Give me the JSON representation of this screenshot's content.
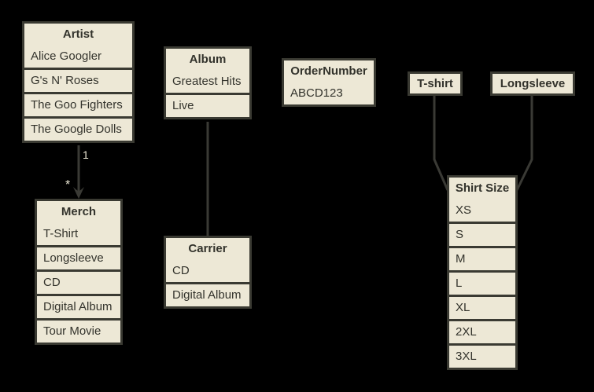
{
  "diagram": {
    "background_color": "#000000",
    "box_fill_color": "#ede8d6",
    "line_color": "#3a3a32",
    "text_color": "#33332c"
  },
  "tables": {
    "artist": {
      "header": "Artist",
      "rows": [
        "Alice Googler",
        "G's N' Roses",
        "The Goo Fighters",
        "The Google Dolls"
      ]
    },
    "merch": {
      "header": "Merch",
      "rows": [
        "T-Shirt",
        "Longsleeve",
        "CD",
        "Digital Album",
        "Tour Movie"
      ]
    },
    "album": {
      "header": "Album",
      "rows": [
        "Greatest Hits",
        "Live"
      ]
    },
    "carrier": {
      "header": "Carrier",
      "rows": [
        "CD",
        "Digital Album"
      ]
    },
    "order_number": {
      "header": "OrderNumber",
      "rows": [
        "ABCD123"
      ]
    },
    "tshirt": {
      "header": "T-shirt",
      "rows": []
    },
    "longsleeve": {
      "header": "Longsleeve",
      "rows": []
    },
    "shirt_size": {
      "header": "Shirt Size",
      "rows": [
        "XS",
        "S",
        "M",
        "L",
        "XL",
        "2XL",
        "3XL"
      ]
    }
  },
  "relationships": {
    "artist_merch": {
      "source_cardinality": "1",
      "target_cardinality": "*"
    }
  }
}
